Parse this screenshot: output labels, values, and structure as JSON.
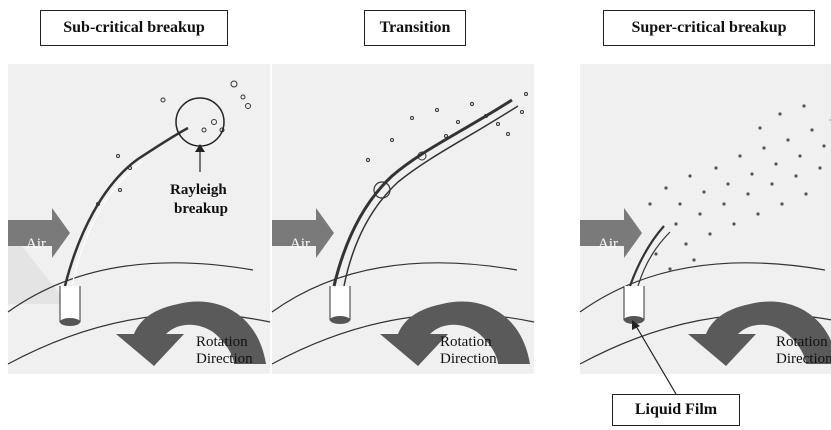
{
  "titles": {
    "sub_critical": "Sub-critical breakup",
    "transition": "Transition",
    "super_critical": "Super-critical breakup"
  },
  "labels": {
    "air": "Air",
    "rayleigh_line1": "Rayleigh",
    "rayleigh_line2": "breakup",
    "rotation_line1": "Rotation",
    "rotation_line2": "Direction",
    "liquid_film": "Liquid Film"
  }
}
